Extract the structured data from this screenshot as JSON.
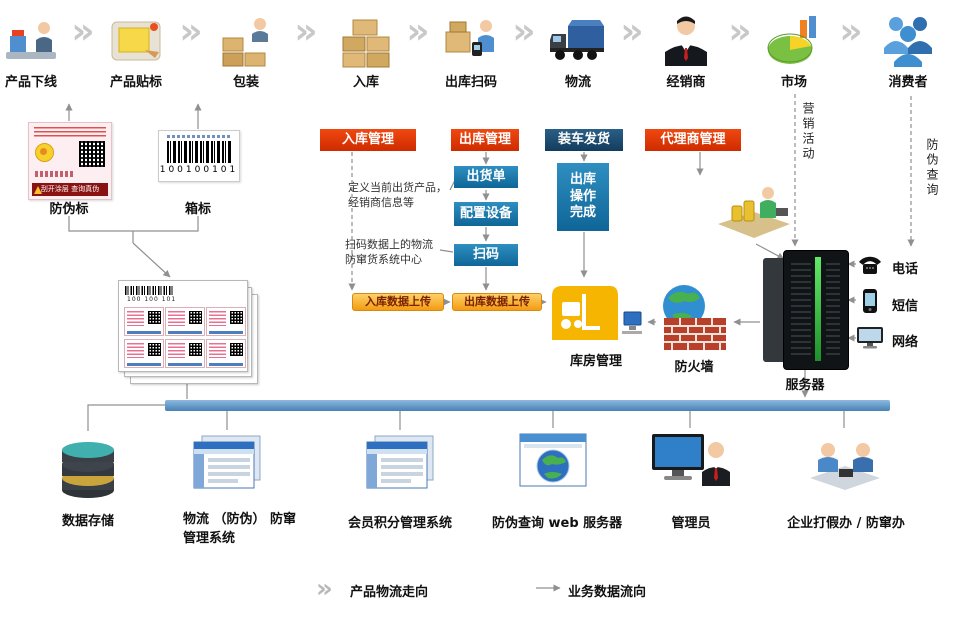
{
  "glyphs": {
    "chevron": "»"
  },
  "top_flow": {
    "steps": [
      {
        "label": "产品下线"
      },
      {
        "label": "产品贴标"
      },
      {
        "label": "包装"
      },
      {
        "label": "入库"
      },
      {
        "label": "出库扫码"
      },
      {
        "label": "物流"
      },
      {
        "label": "经销商"
      },
      {
        "label": "市场"
      },
      {
        "label": "消费者"
      }
    ]
  },
  "labels_area": {
    "security_label": "防伪标",
    "security_label_strip": "刮开涂层 查询真伪",
    "box_label": "箱标",
    "barcode_number": "100100101",
    "stack_barcode_number": "100 100 101"
  },
  "process": {
    "inbound_mgmt": "入库管理",
    "outbound_mgmt": "出库管理",
    "loading_shipping": "装车发货",
    "agent_mgmt": "代理商管理",
    "shipment_order": "出货单",
    "configure_device": "配置设备",
    "scan": "扫码",
    "outbound_done": "出库操作完成",
    "note_define": "定义当前出货产品，经销商信息等",
    "note_scan_data": "扫码数据上的物流防窜货系统中心",
    "inbound_upload": "入库数据上传",
    "outbound_upload": "出库数据上传"
  },
  "infrastructure": {
    "warehouse_mgmt": "库房管理",
    "firewall": "防火墙",
    "server": "服务器",
    "marketing_activity": "营销活动",
    "anti_fake_query": "防伪查询",
    "phone": "电话",
    "sms": "短信",
    "network": "网络"
  },
  "bottom_row": {
    "data_storage": "数据存储",
    "logistics_system_line1": "物流 （防伪） 防窜",
    "logistics_system_line2": "管理系统",
    "member_points_system": "会员积分管理系统",
    "web_server": "防伪查询 web 服务器",
    "admin": "管理员",
    "office": "企业打假办 / 防窜办"
  },
  "legend": {
    "product_flow": "产品物流走向",
    "data_flow": "业务数据流向"
  },
  "colors": {
    "red_box": "#cf2b00",
    "navy_box": "#123c5c",
    "blue_box": "#0f6598",
    "orange_box": "#f39c12",
    "bar_blue": "#4682b4",
    "arrow_gray": "#909090"
  }
}
